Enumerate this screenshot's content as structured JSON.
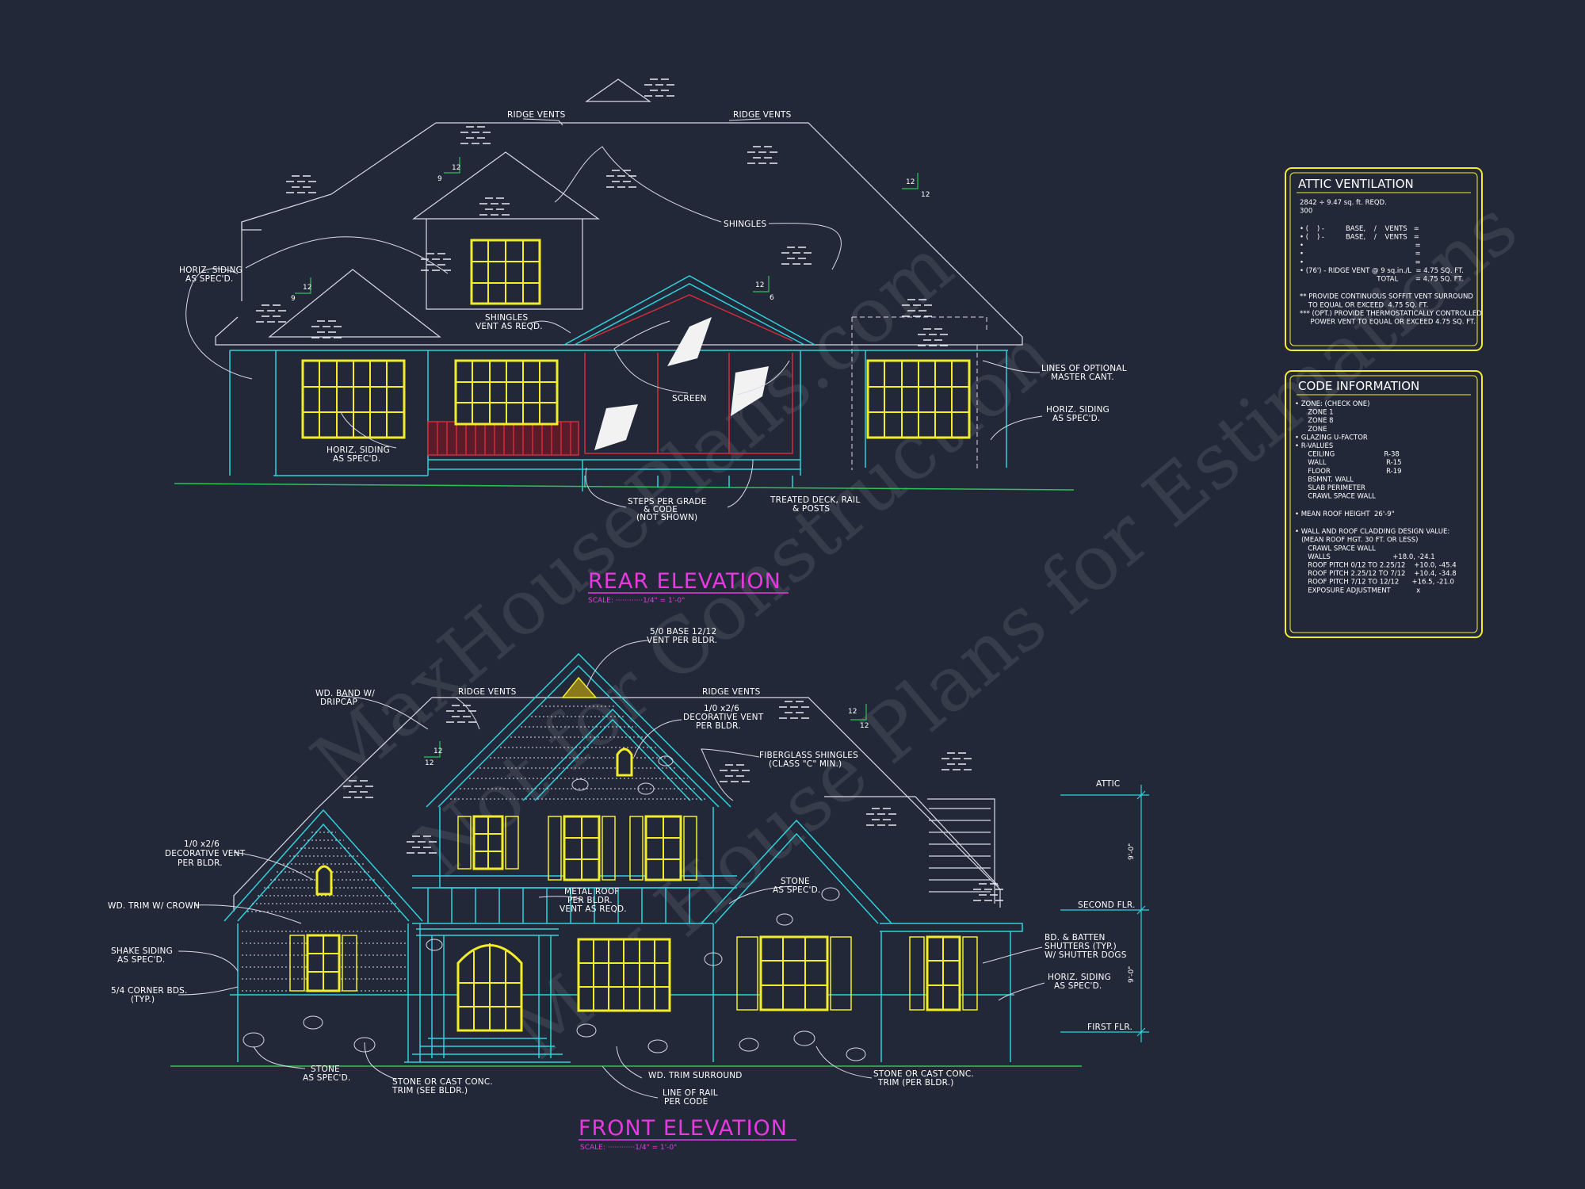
{
  "rear_elevation": {
    "title": "REAR ELEVATION",
    "scale": "SCALE: ············1/4\" = 1'-0\"",
    "labels": {
      "ridge_vents_left": "RIDGE VENTS",
      "ridge_vents_right": "RIDGE VENTS",
      "shingles": "SHINGLES",
      "horiz_siding_left_1": "HORIZ. SIDING",
      "horiz_siding_left_2": "AS SPEC'D.",
      "shingles_vent_1": "SHINGLES",
      "shingles_vent_2": "VENT AS REQD.",
      "screen": "SCREEN",
      "horiz_siding_bottom_1": "HORIZ. SIDING",
      "horiz_siding_bottom_2": "AS SPEC'D.",
      "optional_1": "LINES OF OPTIONAL",
      "optional_2": "MASTER CANT.",
      "horiz_siding_right_1": "HORIZ. SIDING",
      "horiz_siding_right_2": "AS SPEC'D.",
      "steps_1": "STEPS PER GRADE",
      "steps_2": "& CODE",
      "steps_3": "(NOT SHOWN)",
      "deck_1": "TREATED DECK, RAIL",
      "deck_2": "& POSTS",
      "pitch_a_rise": "12",
      "pitch_a_run": "9",
      "pitch_b_rise": "12",
      "pitch_b_run": "12",
      "pitch_c_rise": "12",
      "pitch_c_run": "9",
      "pitch_d_rise": "12",
      "pitch_d_run": "6"
    }
  },
  "front_elevation": {
    "title": "FRONT ELEVATION",
    "scale": "SCALE: ············1/4\" = 1'-0\"",
    "labels": {
      "base_vent_1": "5/0 BASE 12/12",
      "base_vent_2": "VENT PER BLDR.",
      "wd_band_1": "WD. BAND W/",
      "wd_band_2": "DRIPCAP",
      "ridge_vents_left": "RIDGE VENTS",
      "ridge_vents_right": "RIDGE VENTS",
      "dec_vent_top_1": "1/0 x2/6",
      "dec_vent_top_2": "DECORATIVE VENT",
      "dec_vent_top_3": "PER BLDR.",
      "fiberglass_1": "FIBERGLASS SHINGLES",
      "fiberglass_2": "(CLASS \"C\" MIN.)",
      "dec_vent_left_1": "1/0 x2/6",
      "dec_vent_left_2": "DECORATIVE VENT",
      "dec_vent_left_3": "PER BLDR.",
      "wd_trim": "WD. TRIM W/ CROWN",
      "shake_1": "SHAKE SIDING",
      "shake_2": "AS SPEC'D.",
      "corner_1": "5/4 CORNER BDS.",
      "corner_2": "(TYP.)",
      "metal_roof_1": "METAL ROOF",
      "metal_roof_2": "PER BLDR.",
      "metal_roof_3": "VENT AS REQD.",
      "stone_mid_1": "STONE",
      "stone_mid_2": "AS SPEC'D.",
      "bd_batten_1": "BD. & BATTEN",
      "bd_batten_2": "SHUTTERS (TYP.)",
      "bd_batten_3": "W/ SHUTTER DOGS",
      "horiz_siding_1": "HORIZ. SIDING",
      "horiz_siding_2": "AS SPEC'D.",
      "stone_bl_1": "STONE",
      "stone_bl_2": "AS SPEC'D.",
      "stone_trim_1": "STONE OR CAST CONC.",
      "stone_trim_2": "TRIM (SEE BLDR.)",
      "wd_trim_surround": "WD. TRIM SURROUND",
      "rail_1": "LINE OF RAIL",
      "rail_2": "PER CODE",
      "stone_trim_r_1": "STONE OR CAST CONC.",
      "stone_trim_r_2": "TRIM (PER BLDR.)",
      "attic": "ATTIC",
      "second_flr": "SECOND FLR.",
      "first_flr": "FIRST FLR.",
      "dim_upper": "9'-0\"",
      "dim_lower": "9'-0\"",
      "pitch_a_rise": "12",
      "pitch_a_run": "12",
      "pitch_b_rise": "12",
      "pitch_b_run": "12"
    }
  },
  "attic_ventilation": {
    "title": "ATTIC VENTILATION",
    "lines": [
      "2842 ÷ 9.47 sq. ft. REQD.",
      "300",
      "• (    ) -          BASE,    /    VENTS   =",
      "• (    ) -          BASE,    /    VENTS   =",
      "•                                                    =",
      "•                                                    =",
      "•                                                    =",
      "• (76') - RIDGE VENT @ 9 sq.in./L  = 4.75 SQ. FT.",
      "                                    TOTAL        = 4.75 SQ. FT.",
      "** PROVIDE CONTINUOUS SOFFIT VENT SURROUND",
      "    TO EQUAL OR EXCEED  4.75 SQ. FT.",
      "*** (OPT.) PROVIDE THERMOSTATICALLY CONTROLLED",
      "     POWER VENT TO EQUAL OR EXCEED 4.75 SQ. FT."
    ]
  },
  "code_information": {
    "title": "CODE INFORMATION",
    "lines": [
      "• ZONE: (CHECK ONE)",
      "      ZONE 1",
      "      ZONE 8",
      "      ZONE",
      "• GLAZING U-FACTOR",
      "• R-VALUES",
      "      CEILING                       R-38",
      "      WALL                            R-15",
      "      FLOOR                          R-19",
      "      BSMNT. WALL",
      "      SLAB PERIMETER",
      "      CRAWL SPACE WALL",
      "• MEAN ROOF HEIGHT  26'-9\"",
      "• WALL AND ROOF CLADDING DESIGN VALUE:",
      "   (MEAN ROOF HGT. 30 FT. OR LESS)",
      "      CRAWL SPACE WALL",
      "      WALLS                             +18.0, -24.1",
      "      ROOF PITCH 0/12 TO 2.25/12    +10.0, -45.4",
      "      ROOF PITCH 2.25/12 TO 7/12    +10.4, -34.8",
      "      ROOF PITCH 7/12 TO 12/12      +16.5, -21.0",
      "      EXPOSURE ADJUSTMENT            x"
    ]
  },
  "watermark": {
    "line1": "MaxHousePlans.com",
    "line2": "Not for Construction",
    "line3": "Max House Plans for Estimations"
  },
  "colors": {
    "background": "#232838",
    "roof_lines": "#d8dbe5",
    "trim": "#2fd0dc",
    "windows": "#f2ec2a",
    "titles": "#e838e0",
    "ground": "#2ec25a",
    "rail": "#d12d3a"
  }
}
